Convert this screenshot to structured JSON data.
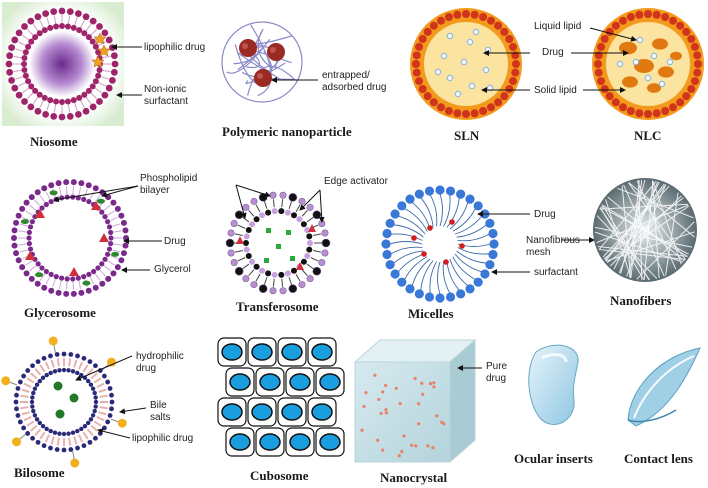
{
  "captions": {
    "niosome": "Niosome",
    "polymeric": "Polymeric nanoparticle",
    "sln": "SLN",
    "nlc": "NLC",
    "glycerosome": "Glycerosome",
    "transferosome": "Transferosome",
    "micelles": "Micelles",
    "nanofibers": "Nanofibers",
    "bilosome": "Bilosome",
    "cubosome": "Cubosome",
    "nanocrystal": "Nanocrystal",
    "ocular_inserts": "Ocular inserts",
    "contact_lens": "Contact lens"
  },
  "labels": {
    "niosome_drug": "lipophilic drug",
    "niosome_surf1": "Non-ionic",
    "niosome_surf2": "surfactant",
    "poly_drug1": "entrapped/",
    "poly_drug2": "adsorbed drug",
    "nlc_liquid": "Liquid lipid",
    "nlc_drug": "Drug",
    "nlc_solid": "Solid lipid",
    "glyc_pl1": "Phospholipid",
    "glyc_pl2": "bilayer",
    "glyc_drug": "Drug",
    "glyc_glycerol": "Glycerol",
    "trans_edge": "Edge activator",
    "mic_drug": "Drug",
    "mic_mesh1": "Nanofibrous",
    "mic_mesh2": "mesh",
    "mic_surf": "surfactant",
    "bilo_hydro1": "hydrophilic",
    "bilo_hydro2": "drug",
    "bilo_bile1": "Bile",
    "bilo_bile2": "salts",
    "bilo_lipo": "lipophilic drug",
    "nano_pure1": "Pure",
    "nano_pure2": "drug"
  },
  "colors": {
    "niosome_head": "#a0246a",
    "niosome_core": "#7a3a9a",
    "poly_chain": "#8a8ac8",
    "poly_drug": "#9a2a22",
    "sln_shell": "#f39a1c",
    "sln_core": "#fbe3a0",
    "nlc_blob": "#e07a10",
    "drug_blue": "#8fb8e0",
    "glyc_head": "#7a2a8a",
    "glyc_green": "#2f8a2f",
    "glyc_red": "#d0303a",
    "mic_head": "#3a78d8",
    "mic_tail": "#3a6aa8",
    "mic_drug": "#d02020",
    "bilo_bead": "#2a2a78",
    "bilo_salt": "#f2b01c",
    "bilo_drug": "#1f7a2a",
    "cubo_blue": "#1b9ee0",
    "nanocrystal": "#c8e0e6",
    "ocular": "#a8d4e8"
  }
}
